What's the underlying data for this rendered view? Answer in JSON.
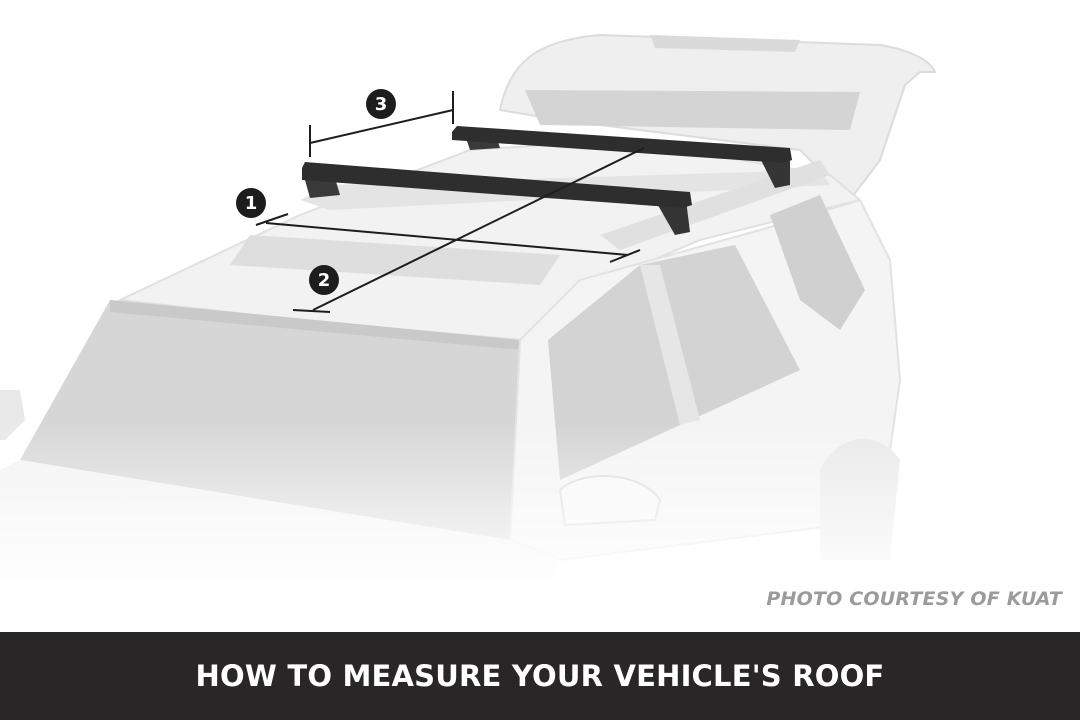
{
  "image": {
    "subject": "SUV with roof rack crossbars",
    "credit": "PHOTO COURTESY OF KUAT"
  },
  "measurements": [
    {
      "id": "1",
      "label": "1",
      "description": "roof width across rails"
    },
    {
      "id": "2",
      "label": "2",
      "description": "windshield to rear crossbar"
    },
    {
      "id": "3",
      "label": "3",
      "description": "crossbar spread"
    }
  ],
  "banner": {
    "title": "HOW TO MEASURE YOUR VEHICLE'S ROOF"
  },
  "colors": {
    "banner_bg": "#282627",
    "banner_text": "#ffffff",
    "marker_bg": "#1d1d1d",
    "credit_text": "#9b9b9b",
    "crossbar": "#2e2e2e"
  }
}
